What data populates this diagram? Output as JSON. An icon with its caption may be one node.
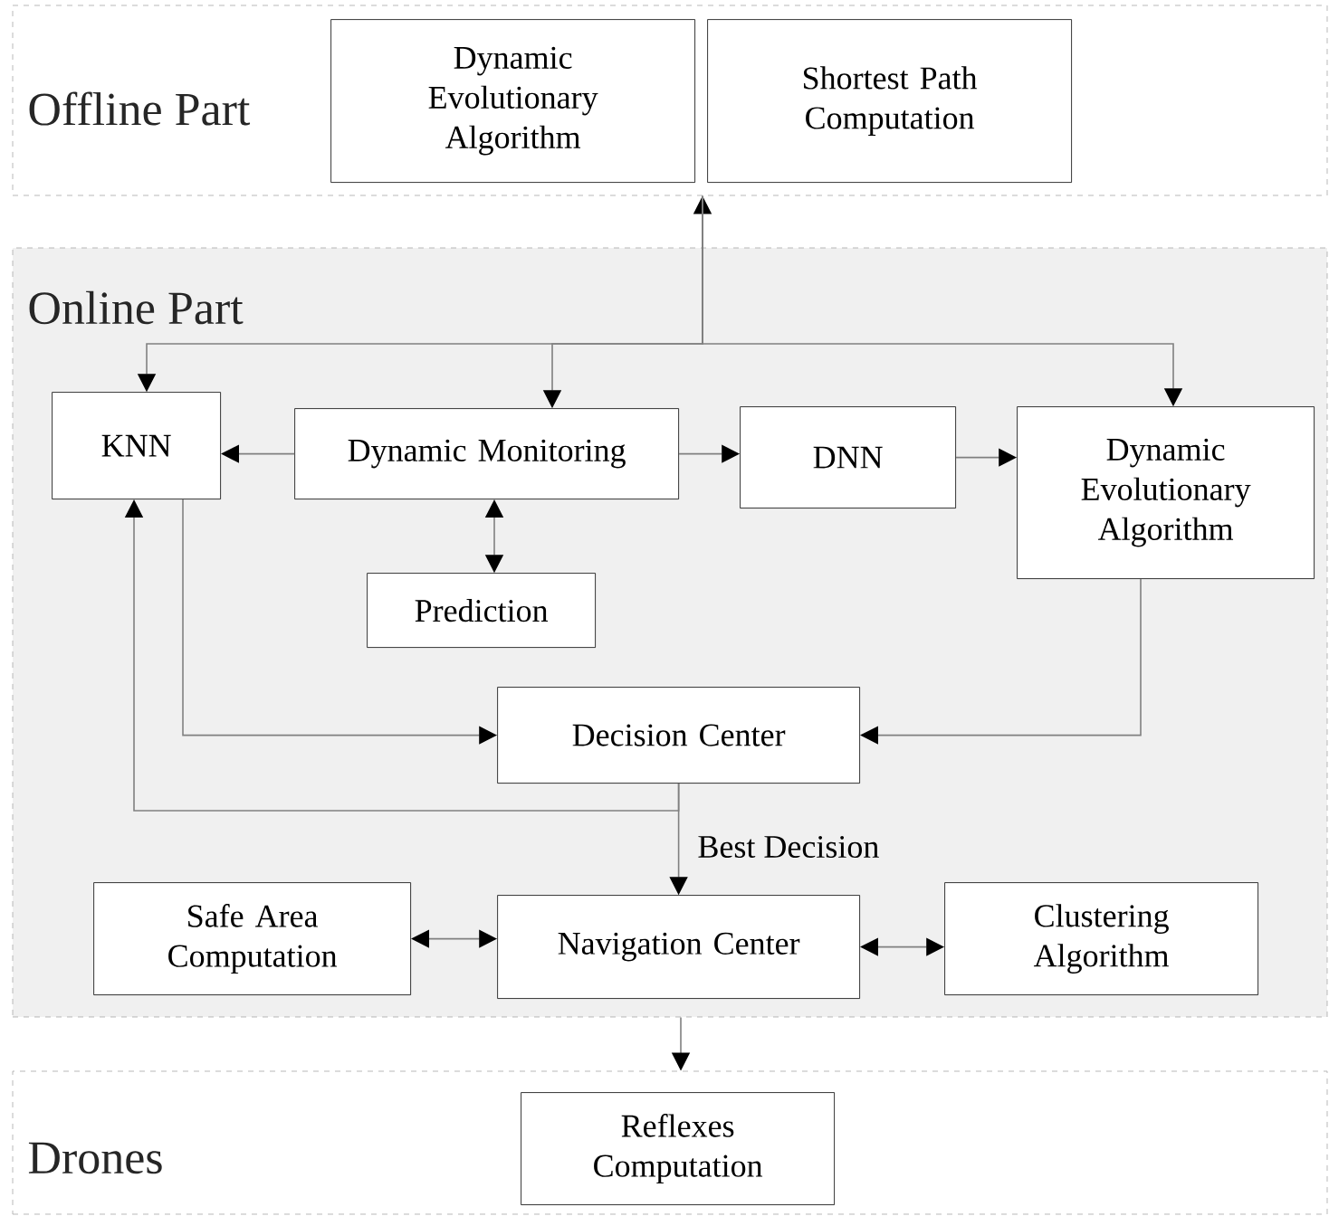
{
  "diagram": {
    "nodes": [
      {
        "text": [
          "Offline Part"
        ]
      },
      {
        "text": [
          "Dynamic Evolutionary Algorithm"
        ],
        "in": 0
      },
      {
        "text": [
          "Shortest Path Computation"
        ],
        "in": 0
      },
      {
        "text": [
          "Online Part"
        ]
      },
      {
        "text": [
          "KNN"
        ],
        "in": 3
      },
      {
        "text": [
          "Dynamic Monitoring"
        ],
        "in": 3
      },
      {
        "text": [
          "DNN"
        ],
        "in": 3
      },
      {
        "text": [
          "Dynamic Evolutionary Algorithm"
        ],
        "in": 3
      },
      {
        "text": [
          "Prediction"
        ],
        "in": 3
      },
      {
        "text": [
          "Decision Center"
        ],
        "in": 3
      },
      {
        "text": [
          "Safe Area Computation"
        ],
        "in": 3
      },
      {
        "text": [
          "Navigation Center"
        ],
        "in": 3
      },
      {
        "text": [
          "Clustering Algorithm"
        ],
        "in": 3
      },
      {
        "text": [
          "Drones"
        ]
      },
      {
        "text": [
          "Reflexes Computation"
        ],
        "in": 13
      }
    ],
    "edges": [
      {
        "from": 0,
        "to": 4,
        "arrow": "both"
      },
      {
        "from": 0,
        "to": 5,
        "arrow": "to"
      },
      {
        "from": 0,
        "to": 7,
        "arrow": "to"
      },
      {
        "from": 5,
        "to": 4,
        "arrow": "to"
      },
      {
        "from": 5,
        "to": 6,
        "arrow": "to"
      },
      {
        "from": 6,
        "to": 7,
        "arrow": "to"
      },
      {
        "from": 5,
        "to": 8,
        "arrow": "both"
      },
      {
        "from": 4,
        "to": 9,
        "arrow": "to"
      },
      {
        "from": 7,
        "to": 9,
        "arrow": "to"
      },
      {
        "from": 9,
        "to": 11,
        "arrow": "to",
        "label": "Best Decision"
      },
      {
        "from": 9,
        "to": 4,
        "arrow": "to"
      },
      {
        "from": 10,
        "to": 11,
        "arrow": "both"
      },
      {
        "from": 11,
        "to": 12,
        "arrow": "both"
      },
      {
        "from": 3,
        "to": 13,
        "arrow": "to"
      }
    ]
  }
}
